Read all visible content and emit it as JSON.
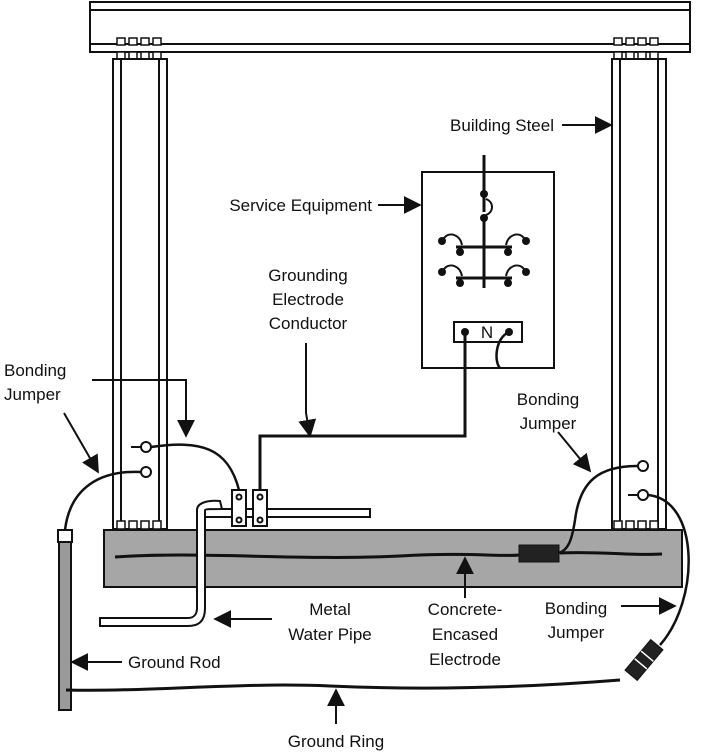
{
  "labels": {
    "building_steel": "Building Steel",
    "service_equipment": "Service Equipment",
    "gec": [
      "Grounding",
      "Electrode",
      "Conductor"
    ],
    "bonding_jumper_left": [
      "Bonding",
      "Jumper"
    ],
    "bonding_jumper_right_upper": [
      "Bonding",
      "Jumper"
    ],
    "bonding_jumper_right_lower": [
      "Bonding",
      "Jumper"
    ],
    "metal_water_pipe": [
      "Metal",
      "Water Pipe"
    ],
    "concrete_encased_electrode": [
      "Concrete-",
      "Encased",
      "Electrode"
    ],
    "ground_rod": "Ground Rod",
    "ground_ring": "Ground Ring",
    "neutral_bar": "N"
  },
  "colors": {
    "line": "#111111",
    "concrete": "#a6a6a6",
    "steel_fill": "#ffffff",
    "rod_fill": "#9a9a9a"
  }
}
